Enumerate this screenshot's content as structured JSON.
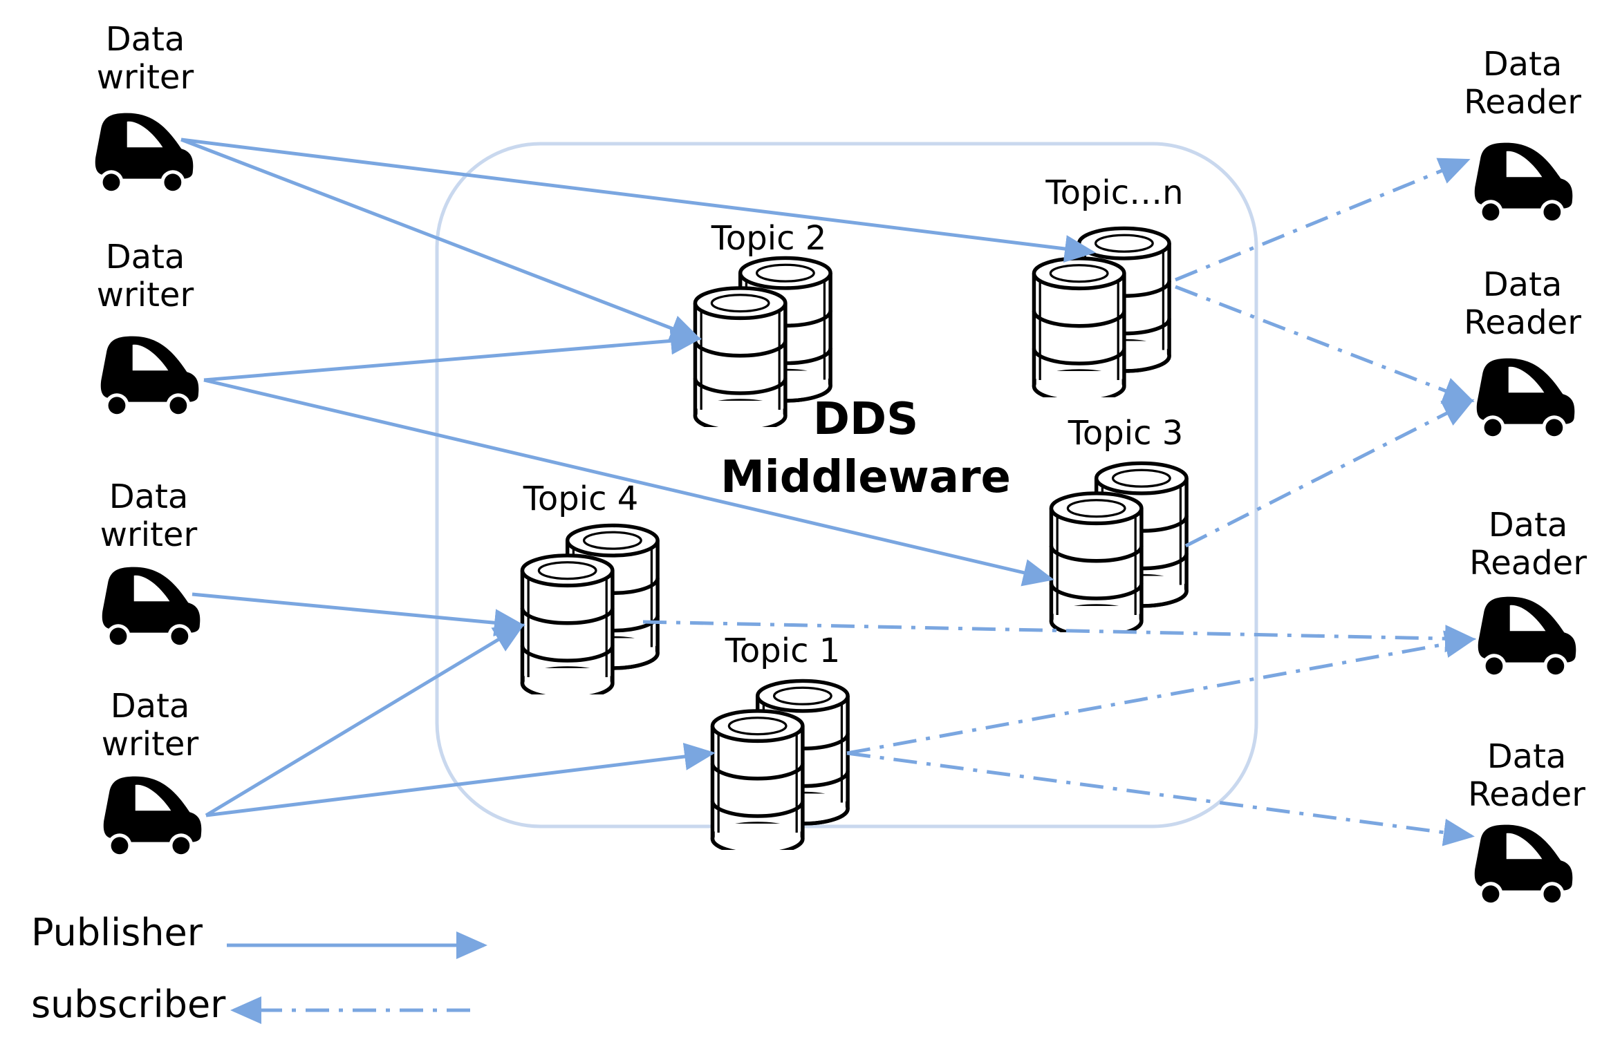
{
  "middleware": {
    "line1": "DDS",
    "line2": "Middleware"
  },
  "topics": [
    {
      "label": "Topic 2"
    },
    {
      "label": "Topic…n"
    },
    {
      "label": "Topic 3"
    },
    {
      "label": "Topic 4"
    },
    {
      "label": "Topic 1"
    }
  ],
  "writers": [
    {
      "line1": "Data",
      "line2": "writer"
    },
    {
      "line1": "Data",
      "line2": "writer"
    },
    {
      "line1": "Data",
      "line2": "writer"
    },
    {
      "line1": "Data",
      "line2": "writer"
    }
  ],
  "readers": [
    {
      "line1": "Data",
      "line2": "Reader"
    },
    {
      "line1": "Data",
      "line2": "Reader"
    },
    {
      "line1": "Data",
      "line2": "Reader"
    },
    {
      "line1": "Data",
      "line2": "Reader"
    }
  ],
  "legend": {
    "publisher": "Publisher",
    "subscriber": "subscriber"
  },
  "colors": {
    "arrow": "#7aa6e0",
    "box": "#c9d8ee",
    "icon": "#000000"
  },
  "icons": [
    "car-icon",
    "database-icon"
  ]
}
